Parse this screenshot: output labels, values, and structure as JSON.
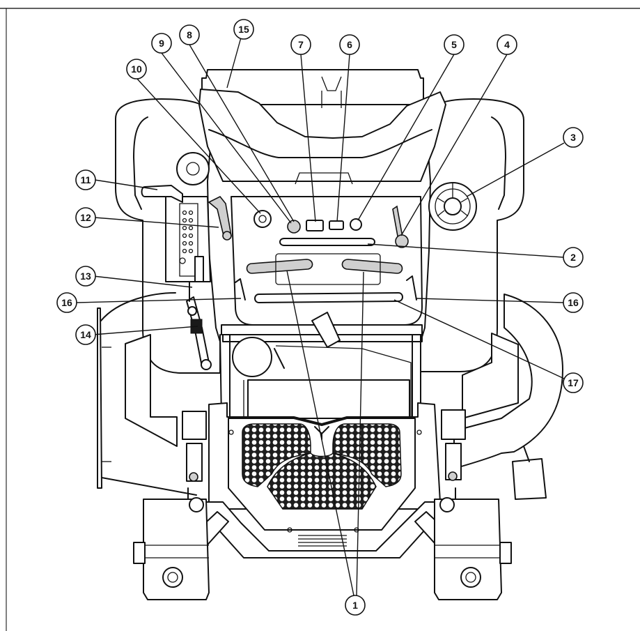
{
  "callouts": [
    {
      "id": "c1",
      "label": "1"
    },
    {
      "id": "c2",
      "label": "2"
    },
    {
      "id": "c3",
      "label": "3"
    },
    {
      "id": "c4",
      "label": "4"
    },
    {
      "id": "c5",
      "label": "5"
    },
    {
      "id": "c6",
      "label": "6"
    },
    {
      "id": "c7",
      "label": "7"
    },
    {
      "id": "c8",
      "label": "8"
    },
    {
      "id": "c9",
      "label": "9"
    },
    {
      "id": "c10",
      "label": "10"
    },
    {
      "id": "c11",
      "label": "11"
    },
    {
      "id": "c12",
      "label": "12"
    },
    {
      "id": "c13",
      "label": "13"
    },
    {
      "id": "c14",
      "label": "14"
    },
    {
      "id": "c15",
      "label": "15"
    },
    {
      "id": "c16a",
      "label": "16"
    },
    {
      "id": "c16b",
      "label": "16"
    },
    {
      "id": "c17",
      "label": "17"
    }
  ]
}
